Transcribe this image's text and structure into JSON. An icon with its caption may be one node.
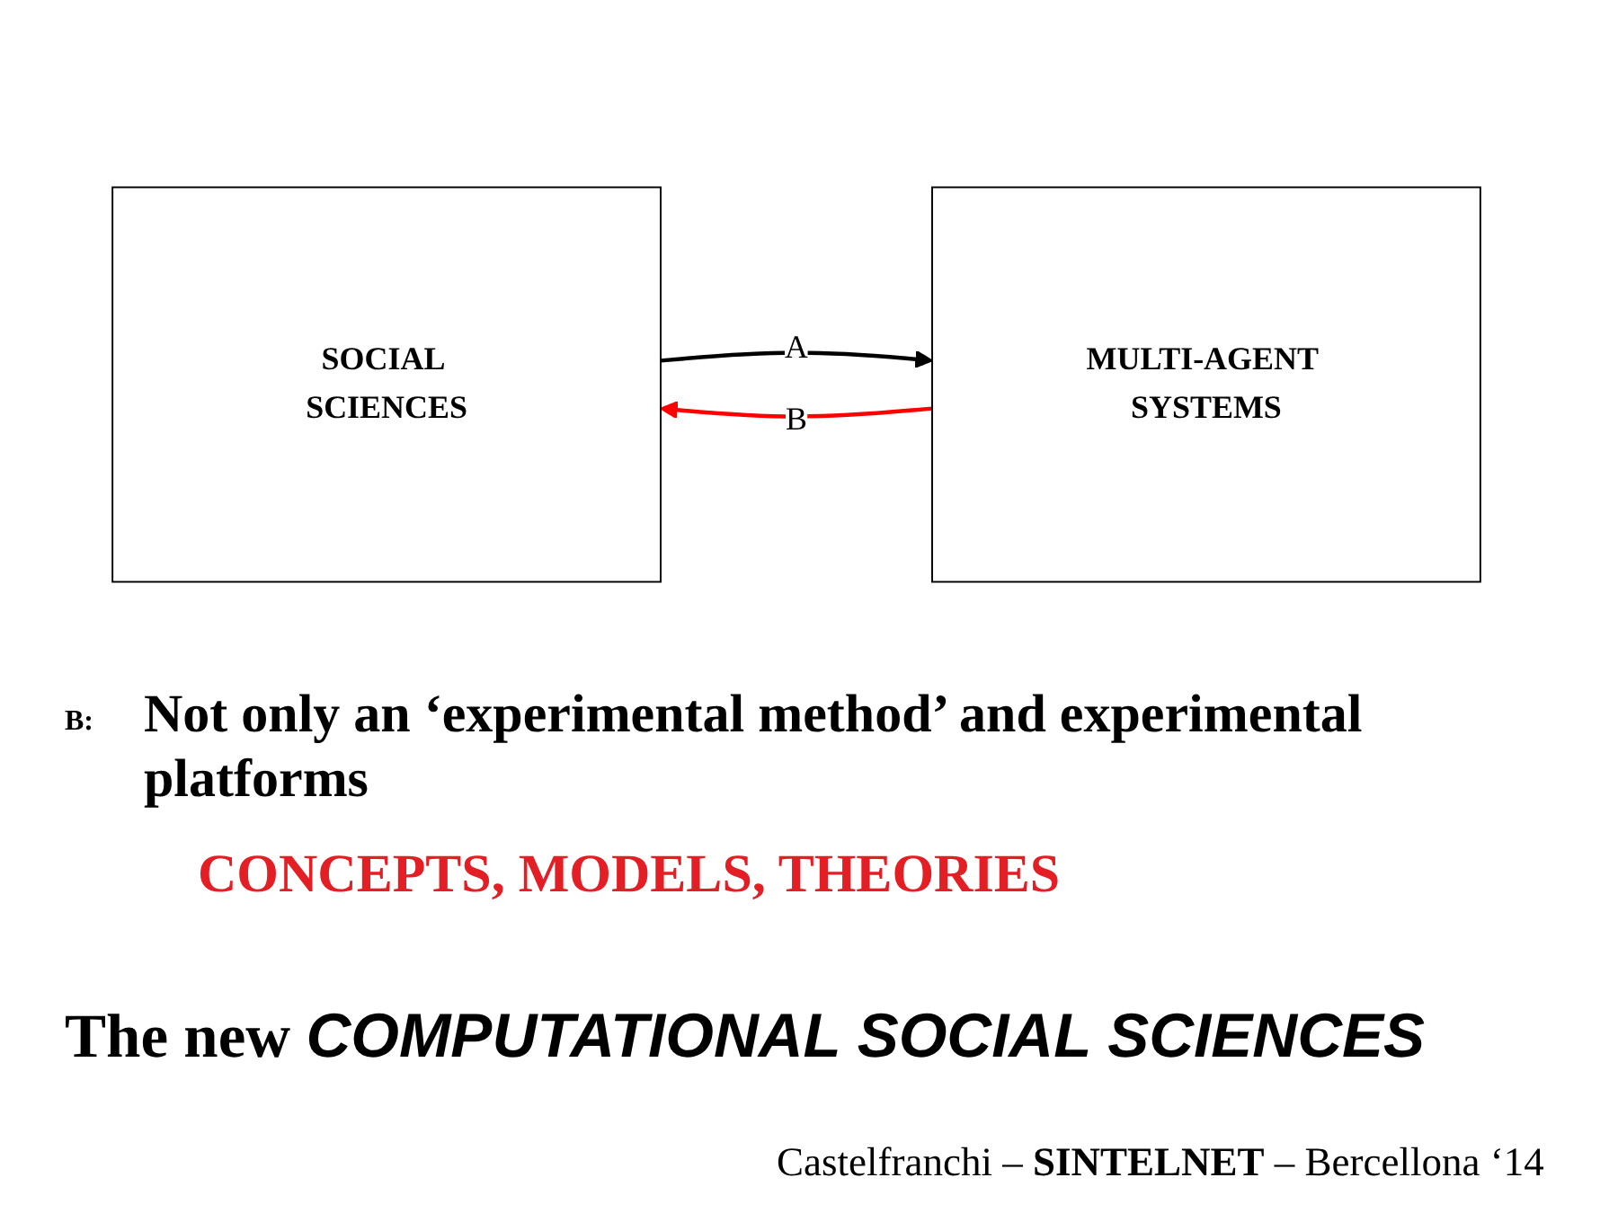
{
  "diagram": {
    "nodes": [
      {
        "text": [
          "SOCIAL SCIENCES"
        ]
      },
      {
        "text": [
          "MULTI-AGENT SYSTEMS"
        ]
      }
    ],
    "edges": [
      {
        "from": 0,
        "to": 1,
        "arrow": "to",
        "label": "A"
      },
      {
        "from": 1,
        "to": 0,
        "arrow": "to",
        "label": "B",
        "color": "#ff0000"
      }
    ],
    "labels": [
      "B:",
      "Not only an ‘experimental method’ and experimental platforms",
      "CONCEPTS, MODELS, THEORIES",
      "The new *COMPUTATIONAL SOCIAL SCIENCES*",
      "Castelfranchi – **SINTELNET** – Bercellona ‘14"
    ]
  }
}
